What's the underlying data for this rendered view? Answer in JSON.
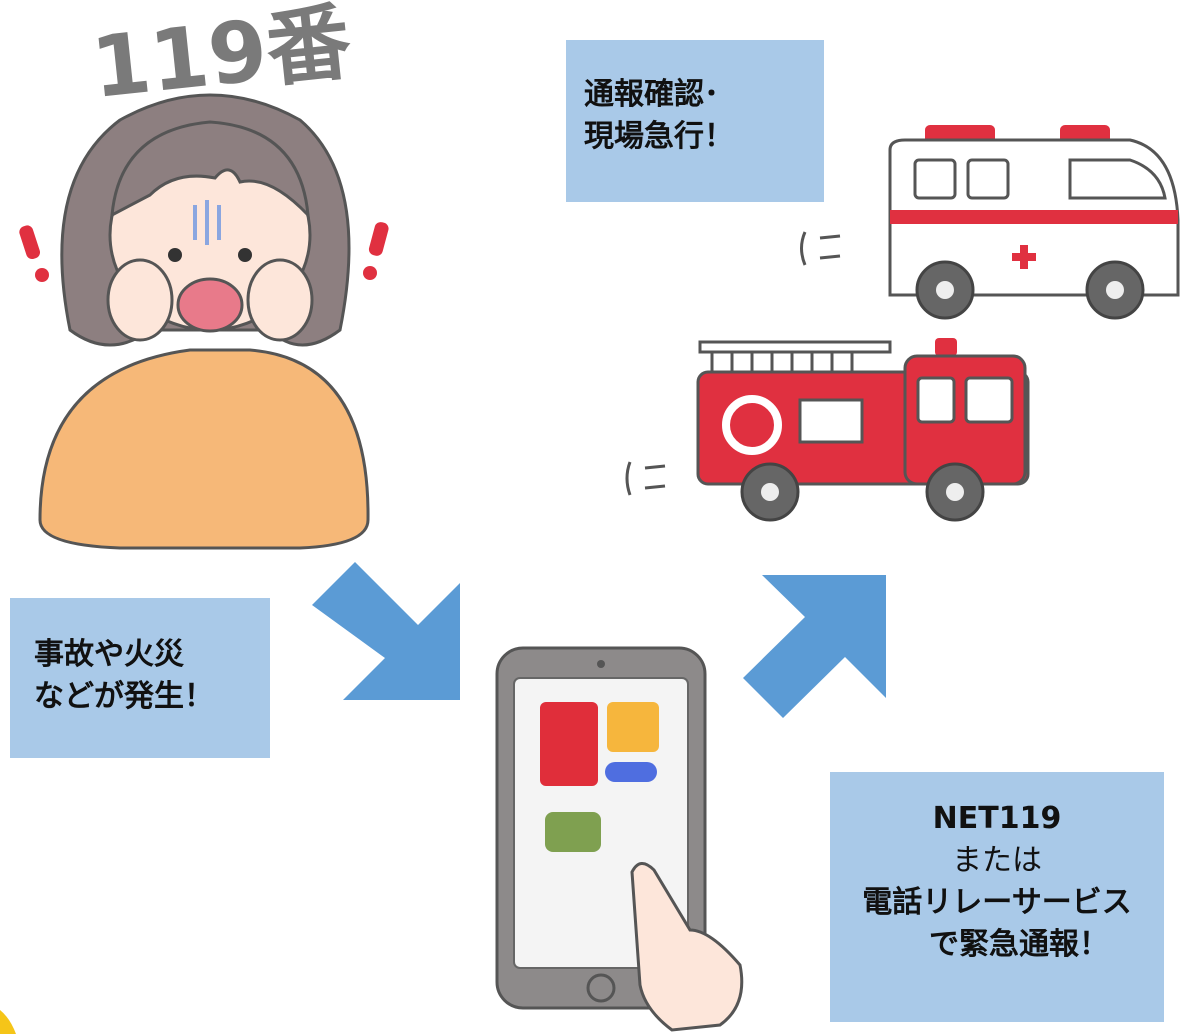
{
  "illustration": {
    "heading_119": "119番"
  },
  "steps": {
    "incident": {
      "line1": "事故や火災",
      "line2": "などが発生！"
    },
    "dispatch": {
      "line1": "通報確認･",
      "line2": "現場急行！"
    },
    "report": {
      "line1": "NET119",
      "line2": "または",
      "line3": "電話リレーサービス",
      "line4": "で緊急通報！"
    }
  },
  "colors": {
    "box_bg": "#a9c9e8",
    "arrow": "#5b9bd5",
    "accent_corner": "#f5c518"
  }
}
